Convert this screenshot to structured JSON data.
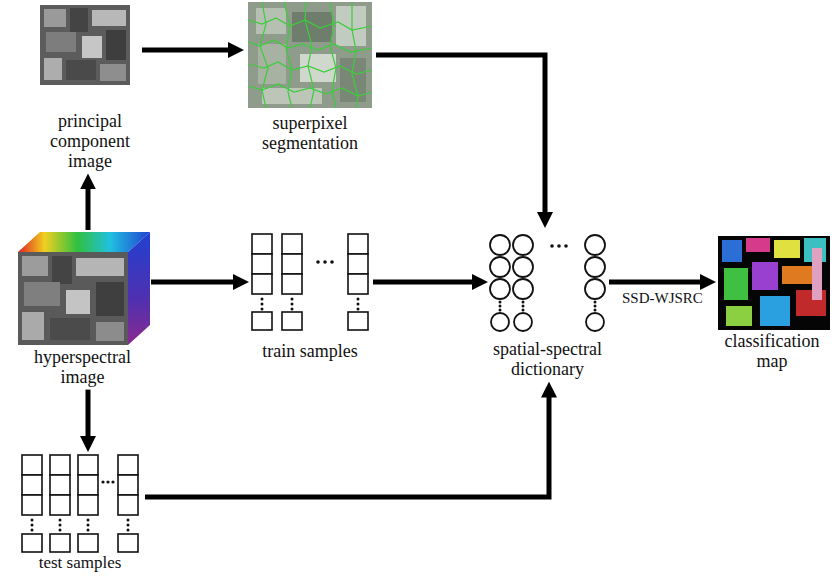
{
  "diagram": {
    "nodes": [
      {
        "text": [
          "principal component image"
        ]
      },
      {
        "text": [
          "superpixel segmentation"
        ]
      },
      {
        "text": [
          "hyperspectral image"
        ]
      },
      {
        "text": [
          "train samples"
        ]
      },
      {
        "text": [
          "spatial-spectral dictionary"
        ]
      },
      {
        "text": [
          "classification map"
        ]
      },
      {
        "text": [
          "test samples"
        ]
      }
    ],
    "edges": [
      {
        "from": 2,
        "to": 0,
        "arrow": "to"
      },
      {
        "from": 0,
        "to": 1,
        "arrow": "to"
      },
      {
        "from": 1,
        "to": 4,
        "arrow": "to"
      },
      {
        "from": 2,
        "to": 3,
        "arrow": "to"
      },
      {
        "from": 3,
        "to": 4,
        "arrow": "to"
      },
      {
        "from": 4,
        "to": 5,
        "label": "SSD-WJSRC",
        "arrow": "to"
      },
      {
        "from": 2,
        "to": 6,
        "arrow": "to"
      },
      {
        "from": 6,
        "to": 4,
        "arrow": "to"
      }
    ]
  }
}
